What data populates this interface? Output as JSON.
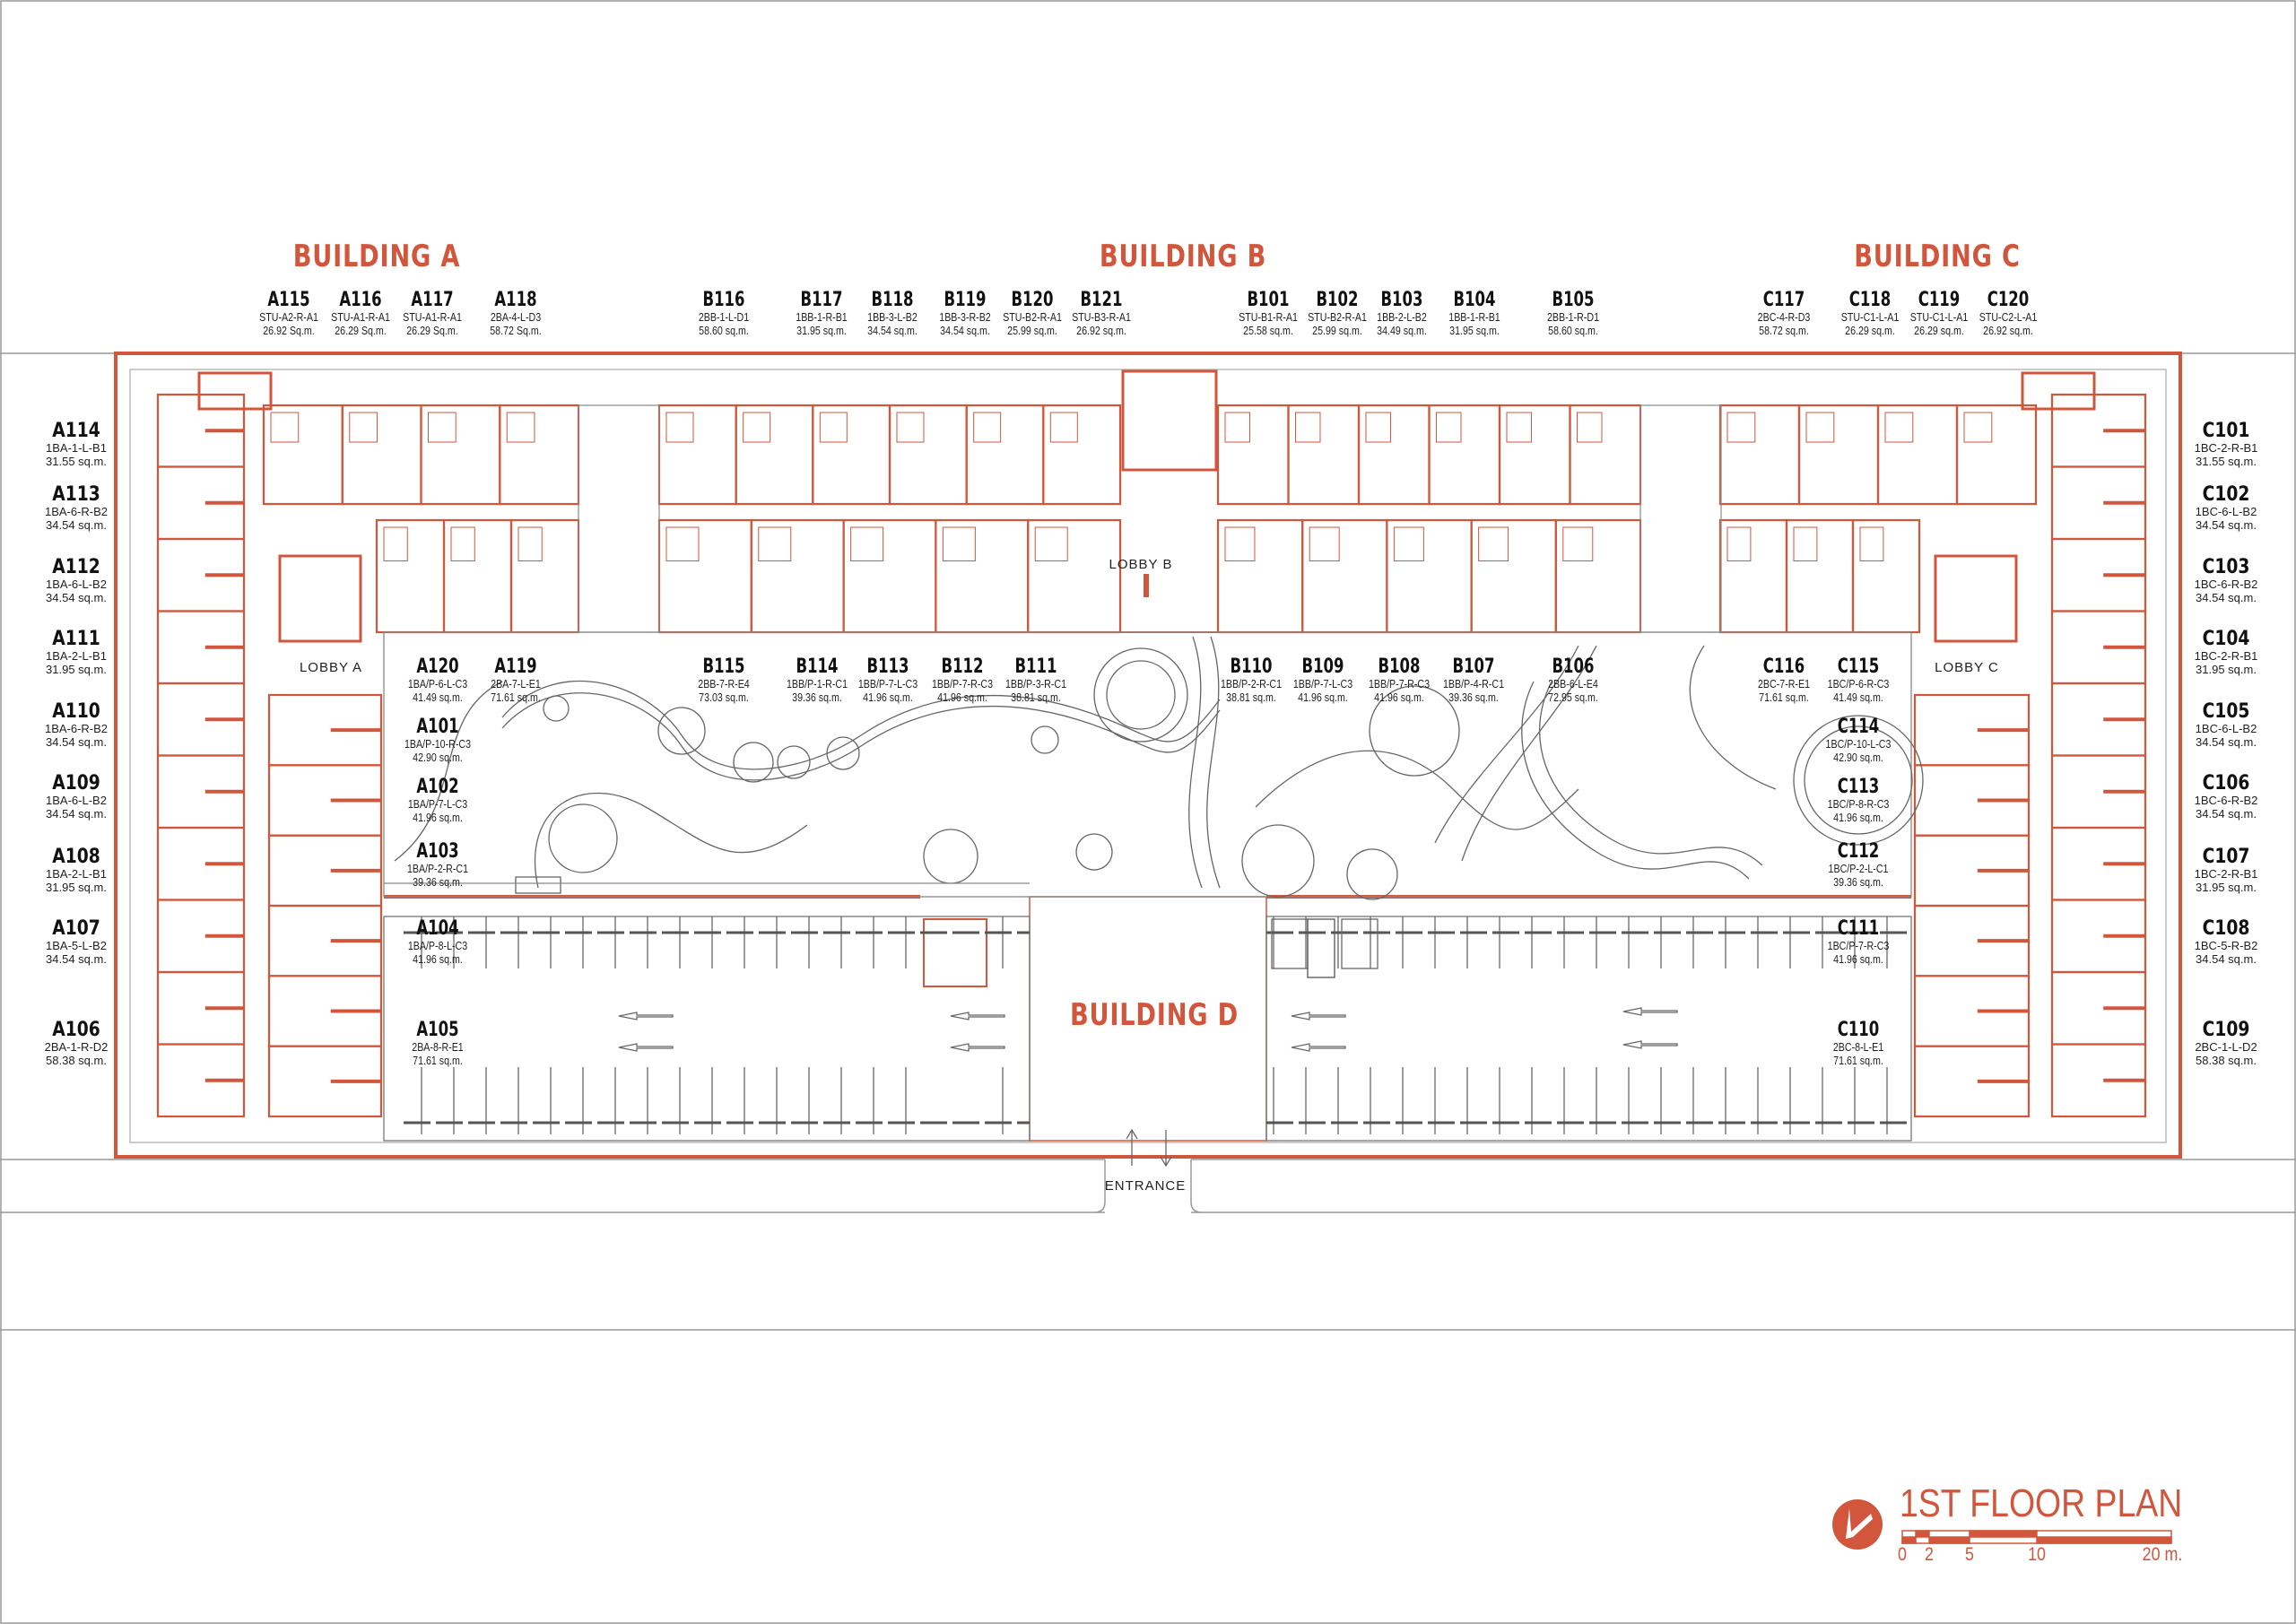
{
  "colors": {
    "accent": "#d2563b",
    "line": "#555555",
    "ink": "#111111"
  },
  "buildings": {
    "a": "BUILDING  A",
    "b": "BUILDING  B",
    "c": "BUILDING  C",
    "d": "BUILDING  D"
  },
  "lobbies": {
    "a": "LOBBY   A",
    "b": "LOBBY   B",
    "c": "LOBBY   C"
  },
  "entrance": "ENTRANCE",
  "title": "1ST   FLOOR PLAN",
  "scale_bar": {
    "ticks": [
      "0",
      "2",
      "5",
      "10",
      "20 m."
    ]
  },
  "units": {
    "top_row": [
      {
        "id": "A115",
        "type": "STU-A2-R-A1",
        "area": "26.92 Sq.m."
      },
      {
        "id": "A116",
        "type": "STU-A1-R-A1",
        "area": "26.29 Sq.m."
      },
      {
        "id": "A117",
        "type": "STU-A1-R-A1",
        "area": "26.29 Sq.m."
      },
      {
        "id": "A118",
        "type": "2BA-4-L-D3",
        "area": "58.72 Sq.m."
      },
      {
        "id": "B116",
        "type": "2BB-1-L-D1",
        "area": "58.60 sq.m."
      },
      {
        "id": "B117",
        "type": "1BB-1-R-B1",
        "area": "31.95 sq.m."
      },
      {
        "id": "B118",
        "type": "1BB-3-L-B2",
        "area": "34.54 sq.m."
      },
      {
        "id": "B119",
        "type": "1BB-3-R-B2",
        "area": "34.54 sq.m."
      },
      {
        "id": "B120",
        "type": "STU-B2-R-A1",
        "area": "25.99 sq.m."
      },
      {
        "id": "B121",
        "type": "STU-B3-R-A1",
        "area": "26.92 sq.m."
      },
      {
        "id": "B101",
        "type": "STU-B1-R-A1",
        "area": "25.58 sq.m."
      },
      {
        "id": "B102",
        "type": "STU-B2-R-A1",
        "area": "25.99 sq.m."
      },
      {
        "id": "B103",
        "type": "1BB-2-L-B2",
        "area": "34.49 sq.m."
      },
      {
        "id": "B104",
        "type": "1BB-1-R-B1",
        "area": "31.95 sq.m."
      },
      {
        "id": "B105",
        "type": "2BB-1-R-D1",
        "area": "58.60 sq.m."
      },
      {
        "id": "C117",
        "type": "2BC-4-R-D3",
        "area": "58.72 sq.m."
      },
      {
        "id": "C118",
        "type": "STU-C1-L-A1",
        "area": "26.29 sq.m."
      },
      {
        "id": "C119",
        "type": "STU-C1-L-A1",
        "area": "26.29 sq.m."
      },
      {
        "id": "C120",
        "type": "STU-C2-L-A1",
        "area": "26.92 sq.m."
      }
    ],
    "left_column": [
      {
        "id": "A114",
        "type": "1BA-1-L-B1",
        "area": "31.55 sq.m."
      },
      {
        "id": "A113",
        "type": "1BA-6-R-B2",
        "area": "34.54 sq.m."
      },
      {
        "id": "A112",
        "type": "1BA-6-L-B2",
        "area": "34.54 sq.m."
      },
      {
        "id": "A111",
        "type": "1BA-2-L-B1",
        "area": "31.95 sq.m."
      },
      {
        "id": "A110",
        "type": "1BA-6-R-B2",
        "area": "34.54 sq.m."
      },
      {
        "id": "A109",
        "type": "1BA-6-L-B2",
        "area": "34.54 sq.m."
      },
      {
        "id": "A108",
        "type": "1BA-2-L-B1",
        "area": "31.95 sq.m."
      },
      {
        "id": "A107",
        "type": "1BA-5-L-B2",
        "area": "34.54 sq.m."
      },
      {
        "id": "A106",
        "type": "2BA-1-R-D2",
        "area": "58.38 sq.m."
      }
    ],
    "right_column": [
      {
        "id": "C101",
        "type": "1BC-2-R-B1",
        "area": "31.55 sq.m."
      },
      {
        "id": "C102",
        "type": "1BC-6-L-B2",
        "area": "34.54 sq.m."
      },
      {
        "id": "C103",
        "type": "1BC-6-R-B2",
        "area": "34.54 sq.m."
      },
      {
        "id": "C104",
        "type": "1BC-2-R-B1",
        "area": "31.95 sq.m."
      },
      {
        "id": "C105",
        "type": "1BC-6-L-B2",
        "area": "34.54 sq.m."
      },
      {
        "id": "C106",
        "type": "1BC-6-R-B2",
        "area": "34.54 sq.m."
      },
      {
        "id": "C107",
        "type": "1BC-2-R-B1",
        "area": "31.95 sq.m."
      },
      {
        "id": "C108",
        "type": "1BC-5-R-B2",
        "area": "34.54 sq.m."
      },
      {
        "id": "C109",
        "type": "2BC-1-L-D2",
        "area": "58.38 sq.m."
      }
    ],
    "courtyard_row": [
      {
        "id": "A120",
        "type": "1BA/P-6-L-C3",
        "area": "41.49 sq.m."
      },
      {
        "id": "A119",
        "type": "2BA-7-L-E1",
        "area": "71.61 sq.m."
      },
      {
        "id": "B115",
        "type": "2BB-7-R-E4",
        "area": "73.03 sq.m."
      },
      {
        "id": "B114",
        "type": "1BB/P-1-R-C1",
        "area": "39.36 sq.m."
      },
      {
        "id": "B113",
        "type": "1BB/P-7-L-C3",
        "area": "41.96 sq.m."
      },
      {
        "id": "B112",
        "type": "1BB/P-7-R-C3",
        "area": "41.96 sq.m."
      },
      {
        "id": "B111",
        "type": "1BB/P-3-R-C1",
        "area": "38.81 sq.m."
      },
      {
        "id": "B110",
        "type": "1BB/P-2-R-C1",
        "area": "38.81 sq.m."
      },
      {
        "id": "B109",
        "type": "1BB/P-7-L-C3",
        "area": "41.96 sq.m."
      },
      {
        "id": "B108",
        "type": "1BB/P-7-R-C3",
        "area": "41.96 sq.m."
      },
      {
        "id": "B107",
        "type": "1BB/P-4-R-C1",
        "area": "39.36 sq.m."
      },
      {
        "id": "B106",
        "type": "2BB-6-L-E4",
        "area": "72.95 sq.m."
      },
      {
        "id": "C116",
        "type": "2BC-7-R-E1",
        "area": "71.61 sq.m."
      },
      {
        "id": "C115",
        "type": "1BC/P-6-R-C3",
        "area": "41.49 sq.m."
      }
    ],
    "inner_left": [
      {
        "id": "A101",
        "type": "1BA/P-10-R-C3",
        "area": "42.90 sq.m."
      },
      {
        "id": "A102",
        "type": "1BA/P-7-L-C3",
        "area": "41.96 sq.m."
      },
      {
        "id": "A103",
        "type": "1BA/P-2-R-C1",
        "area": "39.36 sq.m."
      },
      {
        "id": "A104",
        "type": "1BA/P-8-L-C3",
        "area": "41.96 sq.m."
      },
      {
        "id": "A105",
        "type": "2BA-8-R-E1",
        "area": "71.61 sq.m."
      }
    ],
    "inner_right": [
      {
        "id": "C114",
        "type": "1BC/P-10-L-C3",
        "area": "42.90 sq.m."
      },
      {
        "id": "C113",
        "type": "1BC/P-8-R-C3",
        "area": "41.96 sq.m."
      },
      {
        "id": "C112",
        "type": "1BC/P-2-L-C1",
        "area": "39.36 sq.m."
      },
      {
        "id": "C111",
        "type": "1BC/P-7-R-C3",
        "area": "41.96 sq.m."
      },
      {
        "id": "C110",
        "type": "2BC-8-L-E1",
        "area": "71.61 sq.m."
      }
    ]
  }
}
